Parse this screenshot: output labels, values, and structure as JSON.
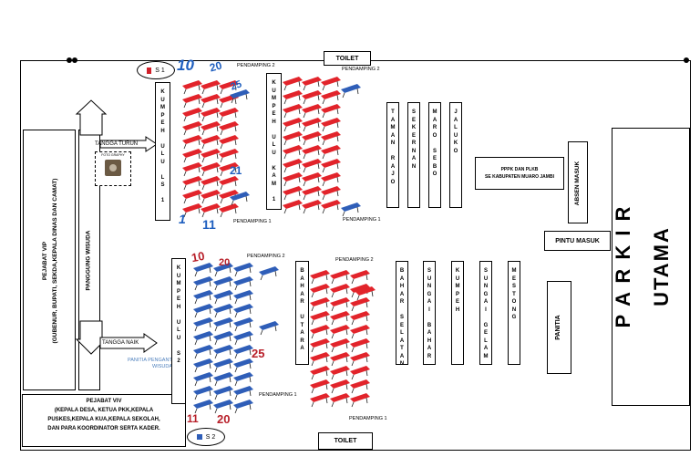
{
  "labels": {
    "toilet_top": "TOILET",
    "toilet_bottom": "TOILET",
    "s1": "S 1",
    "s2": "S 2",
    "pejabat_vip": "PEJABAT VIP",
    "pejabat_vip_sub": "(GUBENUR, BUPATI, SEKDA,KEPALA DINAS DAN CAMAT)",
    "panggung": "PANGGUNG WISUDA",
    "tangga_turun": "TANGGA TURUN",
    "tangga_naik": "TANGGA NAIK",
    "foto_booth": "FOTO GRAPHY",
    "panitia_pengantar": "PANITIA PENGANTAR",
    "panitia_pengantar_2": "WISUDA",
    "pejabat_viv": "PEJABAT VIV",
    "pejabat_viv_lines": [
      "(KEPALA DESA, KETUA PKK,KEPALA",
      "PUSKES,KEPALA KUA,KEPALA SEKOLAH,",
      "DAN PARA KOORDINATOR SERTA KADER."
    ],
    "pppk": "PPPK DAN PLKB",
    "pppk_sub": "SE KABUPATEN MUARO JAMBI",
    "absen_masuk": "ABSEN MASUK",
    "pintu_masuk": "PINTU MASUK",
    "panitia": "PANITIA",
    "parkir": "P A R K I R",
    "utama": "UTAMA",
    "pendamping_1": "PENDAMPING 1",
    "pendamping_2": "PENDAMPING 2"
  },
  "group_columns": {
    "kumpeh_ulu_ls1": "KUMPEH ULU LS 1",
    "kumpeh_ulu_kam1": "KUMPEH ULU KAM 1",
    "taman_rajo": "TAMAN RAJO",
    "sekernan": "SEKERNAN",
    "maro_sebo": "MARO SEBO",
    "jaluko": "JALUKO",
    "kumpeh_ulu_s2": "KUMPEH ULU S2",
    "bahar_utara": "BAHAR UTARA",
    "bahar_selatan": "BAHAR SELATAN",
    "sungai_bahar": "SUNGAI BAHAR",
    "kumpeh": "KUMPEH",
    "sungai_gelam": "SUNGAI GELAM",
    "mestong": "MESTONG"
  },
  "seat_numbers": {
    "n10_top": "10",
    "n20_top": "20",
    "n25_top": "25",
    "n21_top": "21",
    "n11_top": "11",
    "n1_top": "1",
    "n10_bot": "10",
    "n20_bot_top": "20",
    "n25_bot": "25",
    "n11_bot": "11",
    "n20_bot": "20"
  },
  "colors": {
    "chair_red": "#e2242b",
    "chair_blue": "#2f5eb8",
    "number_blue": "#1f5fbf",
    "number_red": "#b8202a",
    "panitia_text": "#4f81bd"
  }
}
